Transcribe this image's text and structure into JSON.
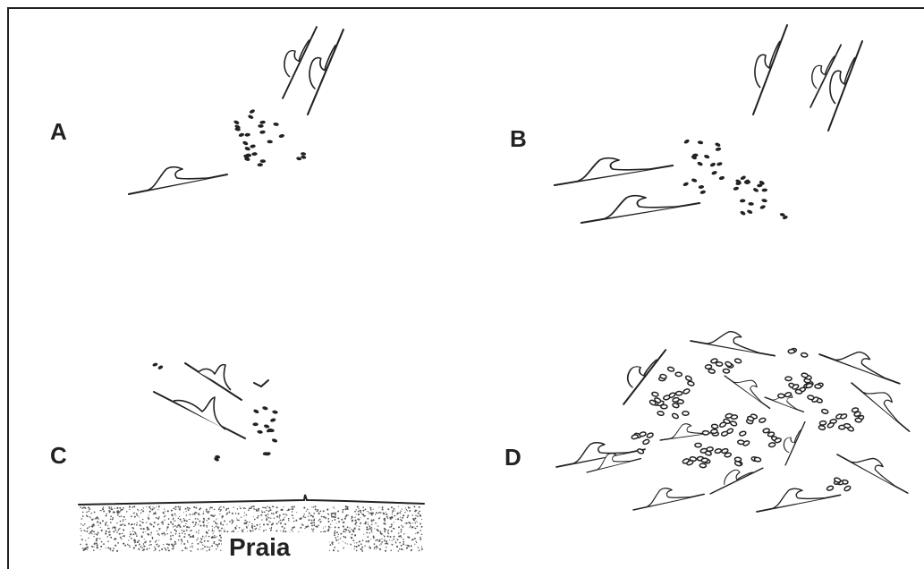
{
  "panels": {
    "a": {
      "label": "A"
    },
    "b": {
      "label": "B"
    },
    "c": {
      "label": "C"
    },
    "d": {
      "label": "D"
    }
  },
  "beach": {
    "label": "Praia"
  },
  "colors": {
    "ink": "#222222",
    "sand": "#555555",
    "background": "#ffffff"
  }
}
